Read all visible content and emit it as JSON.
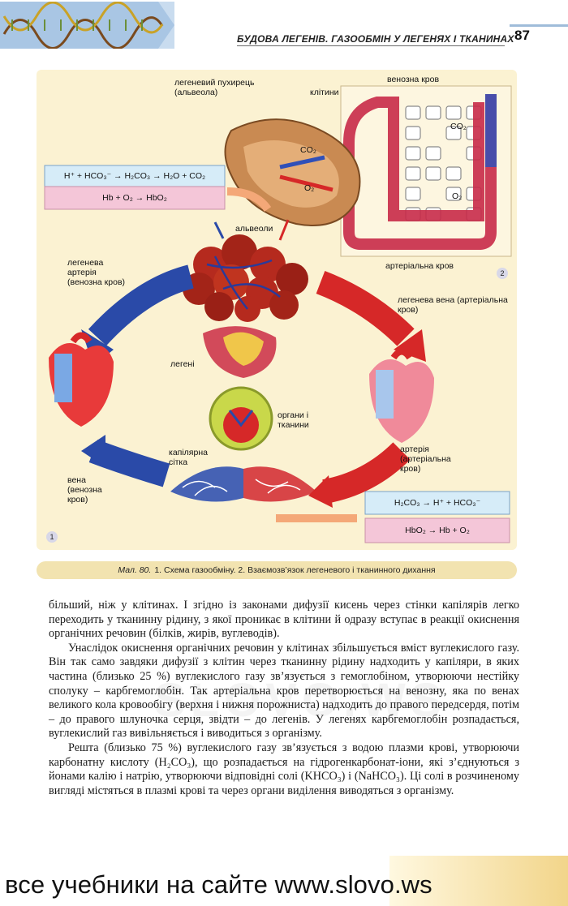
{
  "header": {
    "title": "БУДОВА ЛЕГЕНІВ. ГАЗООБМІН У ЛЕГЕНЯХ І ТКАНИНАХ",
    "page_number": "87"
  },
  "figure": {
    "labels": {
      "alveolus": "легеневий пухирець (альвеола)",
      "venous_blood_top": "венозна кров",
      "cells": "клітини",
      "co2": "CO₂",
      "o2": "O₂",
      "arterial_blood_top": "артеріальна кров",
      "alveoli": "альвеоли",
      "pulmonary_artery": "легенева артерія (венозна кров)",
      "pulmonary_vein": "легенева вена (артеріальна кров)",
      "lungs": "легені",
      "organs": "органи і тканини",
      "capillary_net": "капілярна сітка",
      "vein": "вена (венозна кров)",
      "artery": "артерія (артеріальна кров)",
      "marker_1": "1",
      "marker_2": "2"
    },
    "equations": {
      "top_1": "H⁺ + HCO₃⁻ → H₂CO₃ → H₂O + CO₂",
      "top_2": "Hb + O₂ → HbO₂",
      "bottom_1": "H₂CO₃ → H⁺ + HCO₃⁻",
      "bottom_2": "HbO₂ → Hb + O₂"
    }
  },
  "caption": {
    "prefix": "Мал. 80.",
    "text": "1. Схема газообміну. 2. Взаємозв’язок легеневого і тканинного дихання"
  },
  "body": [
    "більший, ніж у клітинах. І згідно із законами дифузії кисень через стінки капілярів легко переходить у тканинну рідину, з якої проникає в клітини й одразу вступає в реакції окиснення органічних речовин (білків, жирів, вуглеводів).",
    "Унаслідок окиснення органічних речовин у клітинах збільшується вміст вуглекислого газу. Він так само завдяки дифузії з клітин через тканинну рідину надходить у капіляри, в яких частина (близько 25 %) вуглекислого газу зв’язується з гемоглобіном, утворюючи нестійку сполуку – карбгемоглобін. Так артеріальна кров перетворюється на венозну, яка по венах великого кола кровообігу (верхня і нижня порожниста) надходить до правого передсердя, потім – до правого шлуночка серця, звідти – до легенів. У легенях карбгемоглобін розпадається, вуглекислий газ вивільняється і виводиться з організму.",
    "Решта (близько 75 %) вуглекислого газу зв’язується з водою плазми крові, утворюючи карбонатну кислоту (H₂CO₃), що розпадається на гідрогенкарбонат-іони, які з’єднуються з йонами калію і натрію, утворюючи відповідні солі (KHCO₃) і (NaHCO₃). Ці солі в розчиненому вигляді містяться в плазмі крові та через органи виділення виводяться з організму."
  ],
  "footer": {
    "text": "все учебники на сайте www.slovo.ws"
  },
  "colors": {
    "panel_bg": "#fbf2d2",
    "arterial_red": "#d62828",
    "venous_blue": "#2a4aa8",
    "equation_blue": "#d6ecf8",
    "equation_pink": "#f4c6d8"
  }
}
